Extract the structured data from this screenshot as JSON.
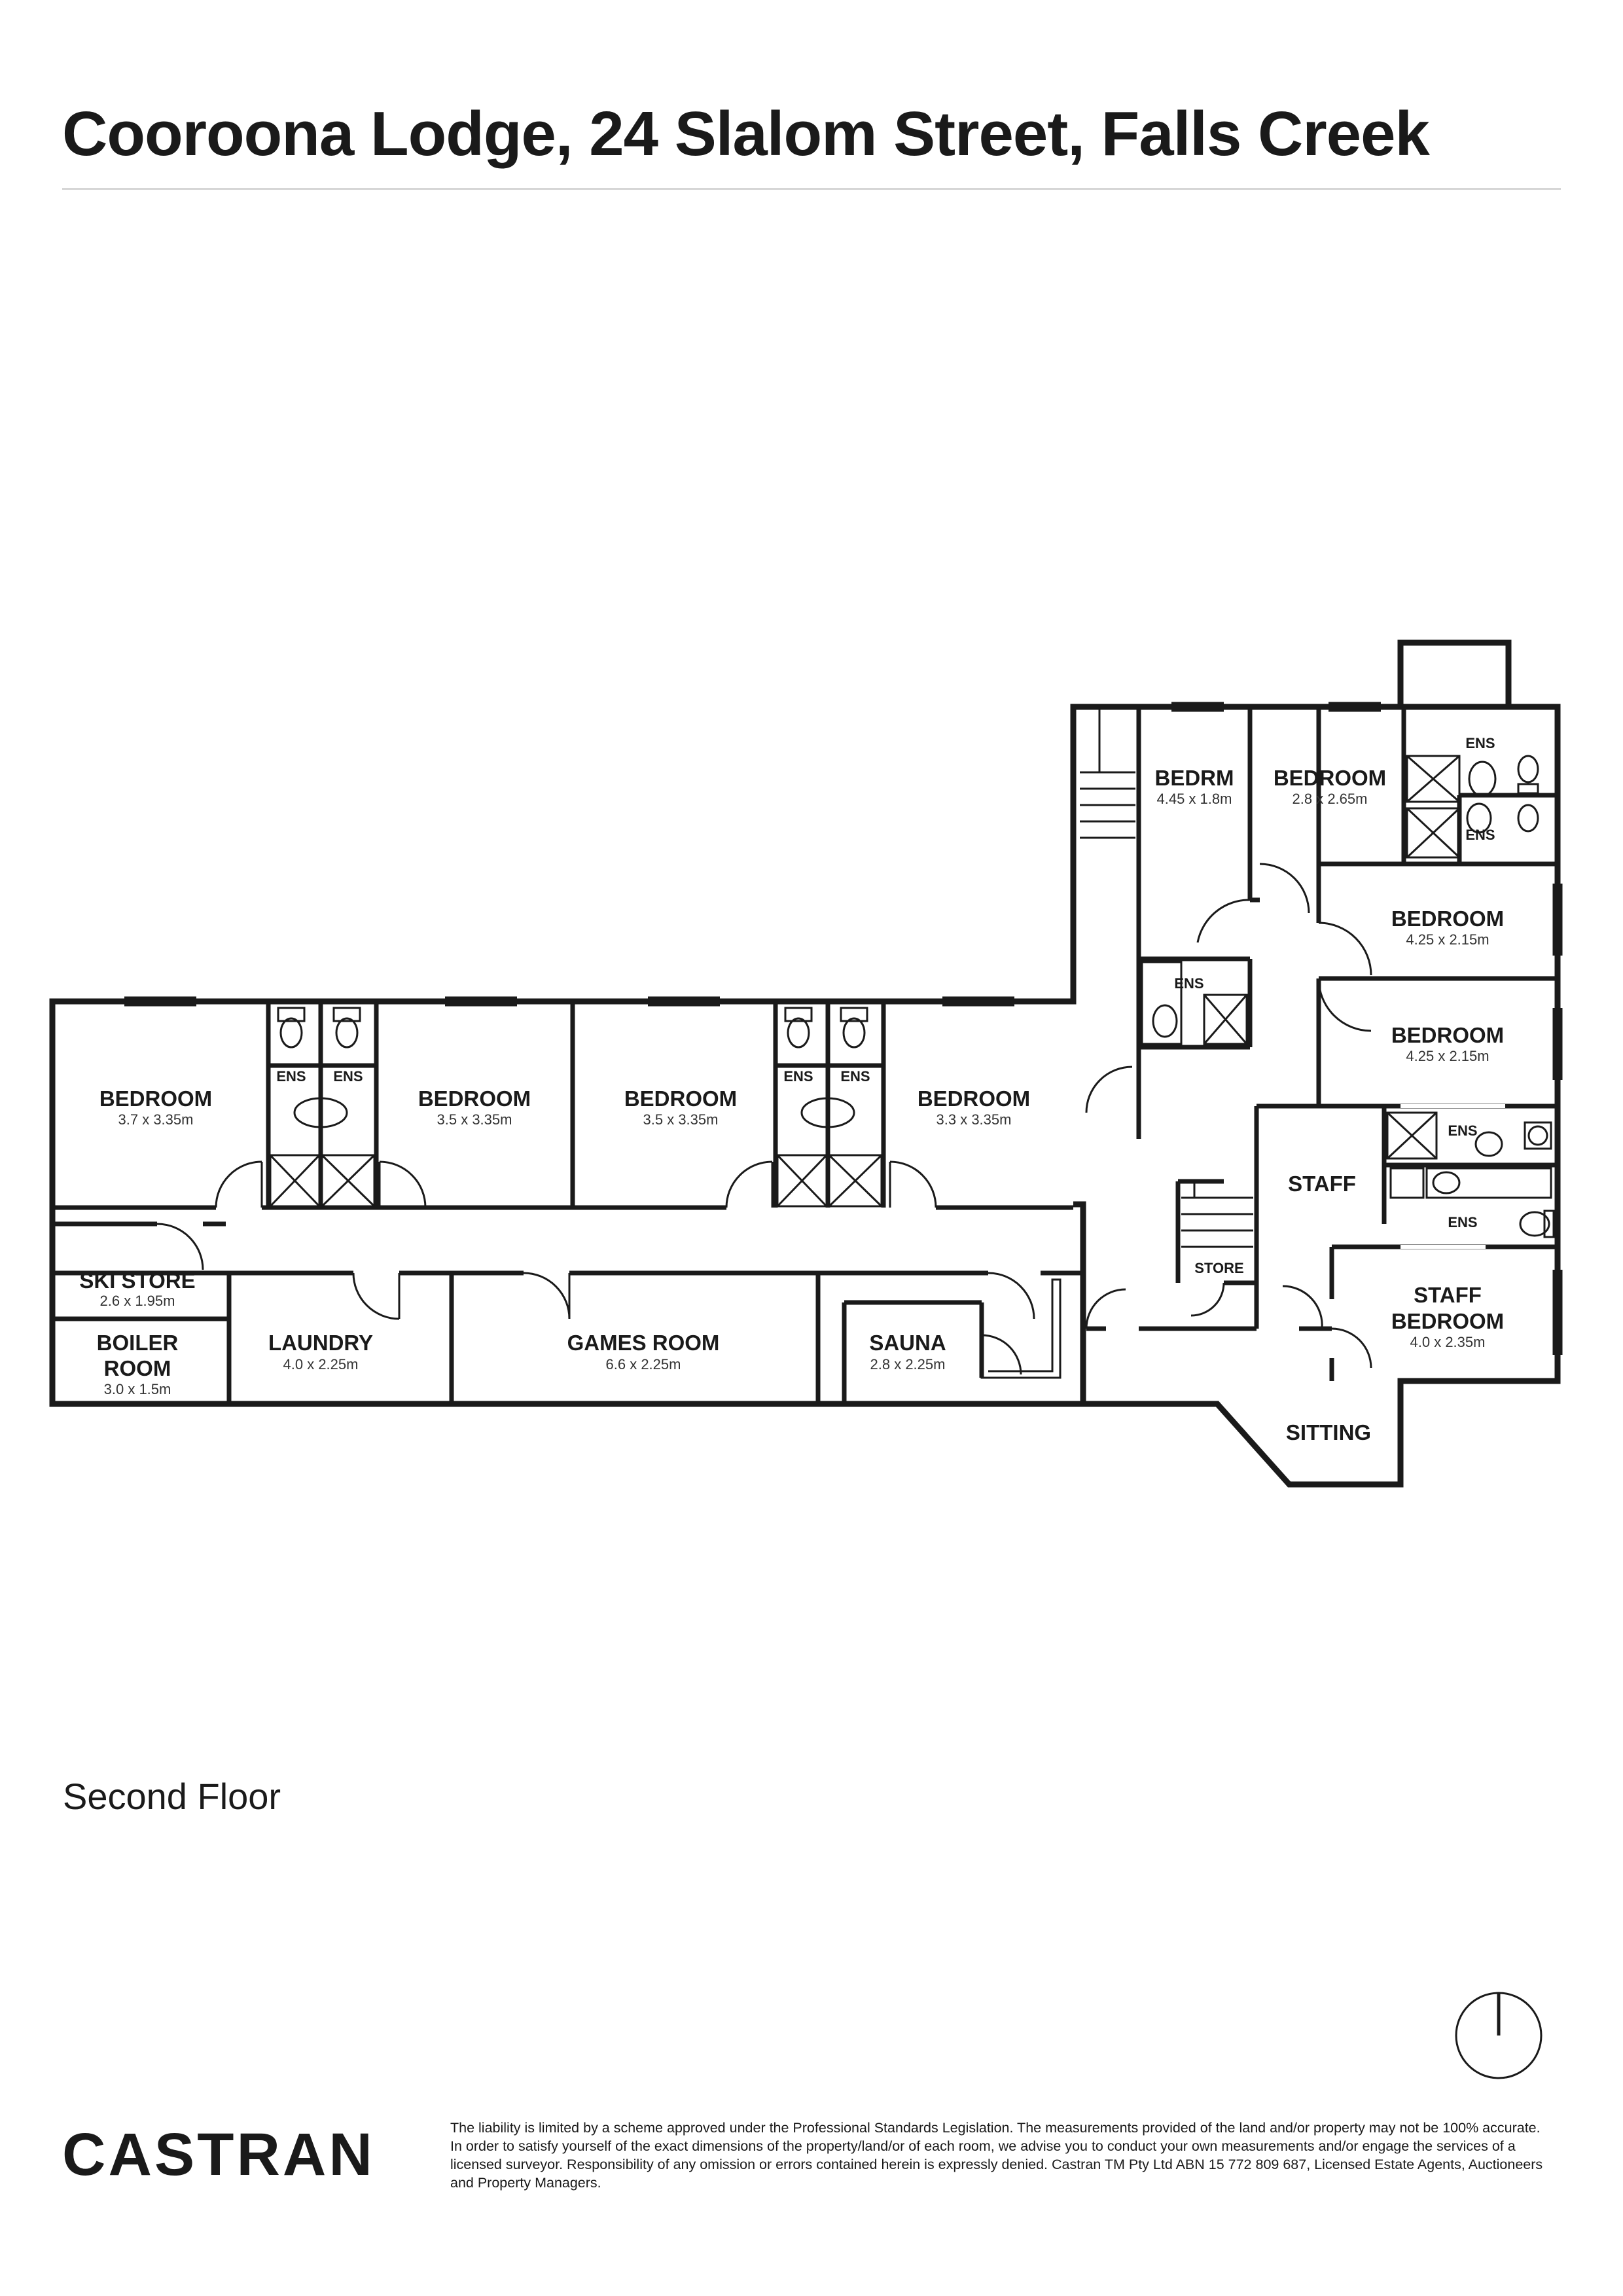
{
  "header": {
    "title": "Cooroona Lodge, 24 Slalom Street, Falls Creek"
  },
  "floor": {
    "label": "Second Floor"
  },
  "rooms": [
    {
      "name": "BEDROOM",
      "dims": "3.7 x 3.35m"
    },
    {
      "name": "BEDROOM",
      "dims": "3.5 x 3.35m"
    },
    {
      "name": "BEDROOM",
      "dims": "3.5 x 3.35m"
    },
    {
      "name": "BEDROOM",
      "dims": "3.3 x 3.35m"
    },
    {
      "name": "ENS"
    },
    {
      "name": "ENS"
    },
    {
      "name": "ENS"
    },
    {
      "name": "ENS"
    },
    {
      "name": "SKI STORE",
      "dims": "2.6 x 1.95m"
    },
    {
      "name": "BOILER",
      "name2": "ROOM",
      "dims": "3.0 x 1.5m"
    },
    {
      "name": "LAUNDRY",
      "dims": "4.0 x 2.25m"
    },
    {
      "name": "GAMES ROOM",
      "dims": "6.6 x 2.25m"
    },
    {
      "name": "SAUNA",
      "dims": "2.8 x 2.25m"
    },
    {
      "name": "BEDRM",
      "dims": "4.45 x 1.8m"
    },
    {
      "name": "BEDROOM",
      "dims": "2.8 x 2.65m"
    },
    {
      "name": "ENS"
    },
    {
      "name": "ENS"
    },
    {
      "name": "BEDROOM",
      "dims": "4.25 x 2.15m"
    },
    {
      "name": "ENS"
    },
    {
      "name": "BEDROOM",
      "dims": "4.25 x 2.15m"
    },
    {
      "name": "ENS"
    },
    {
      "name": "STAFF"
    },
    {
      "name": "ENS"
    },
    {
      "name": "STORE"
    },
    {
      "name": "STAFF",
      "name2": "BEDROOM",
      "dims": "4.0 x 2.35m"
    },
    {
      "name": "SITTING"
    }
  ],
  "compass": {
    "icon": "north-compass-icon"
  },
  "footer": {
    "logo": "CASTRAN",
    "disclaimer": "The liability is limited by a scheme approved under the Professional Standards Legislation. The measurements provided of the land and/or property may not be 100% accurate. In order to satisfy yourself of the exact dimensions of the property/land/or of each room, we advise you to conduct your own measurements and/or engage the services of a licensed surveyor. Responsibility of any omission or errors contained herein is expressly denied. Castran TM Pty Ltd ABN 15 772 809 687, Licensed Estate Agents, Auctioneers and Property Managers."
  }
}
